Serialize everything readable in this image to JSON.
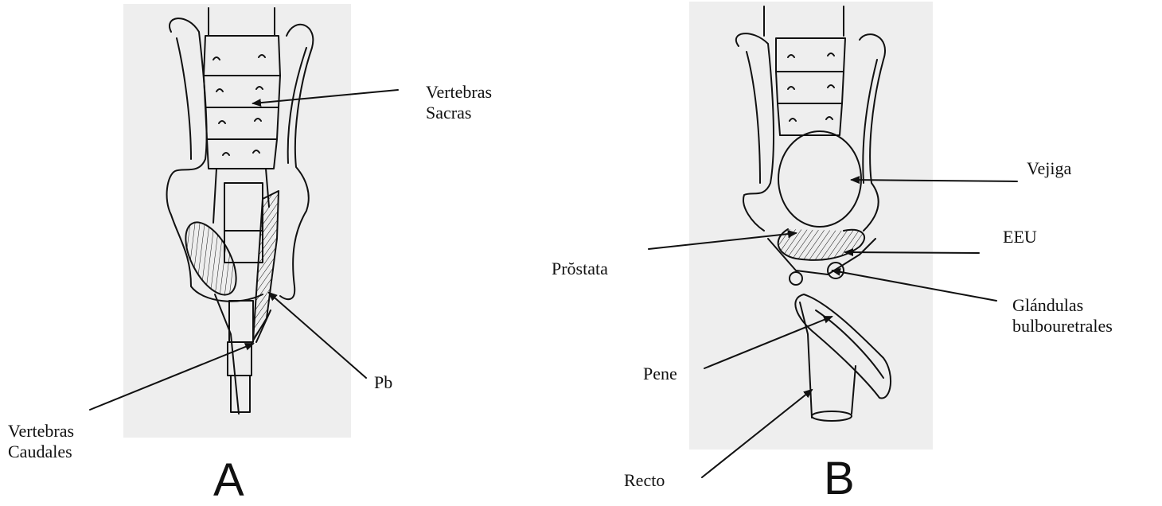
{
  "panel_a": {
    "letter": "A",
    "labels": {
      "sacral_vertebrae": "Vertebras\nSacras",
      "caudal_vertebrae": "Vertebras\nCaudales",
      "pb": "Pb"
    }
  },
  "panel_b": {
    "letter": "B",
    "labels": {
      "bladder": "Vejiga",
      "eeu": "EEU",
      "prostate": "Prŏstata",
      "bulbourethral_glands": "Glándulas\nbulbouretrales",
      "penis": "Pene",
      "rectum": "Recto"
    }
  },
  "colors": {
    "panel_background": "#eeeeee",
    "ink": "#111111"
  }
}
